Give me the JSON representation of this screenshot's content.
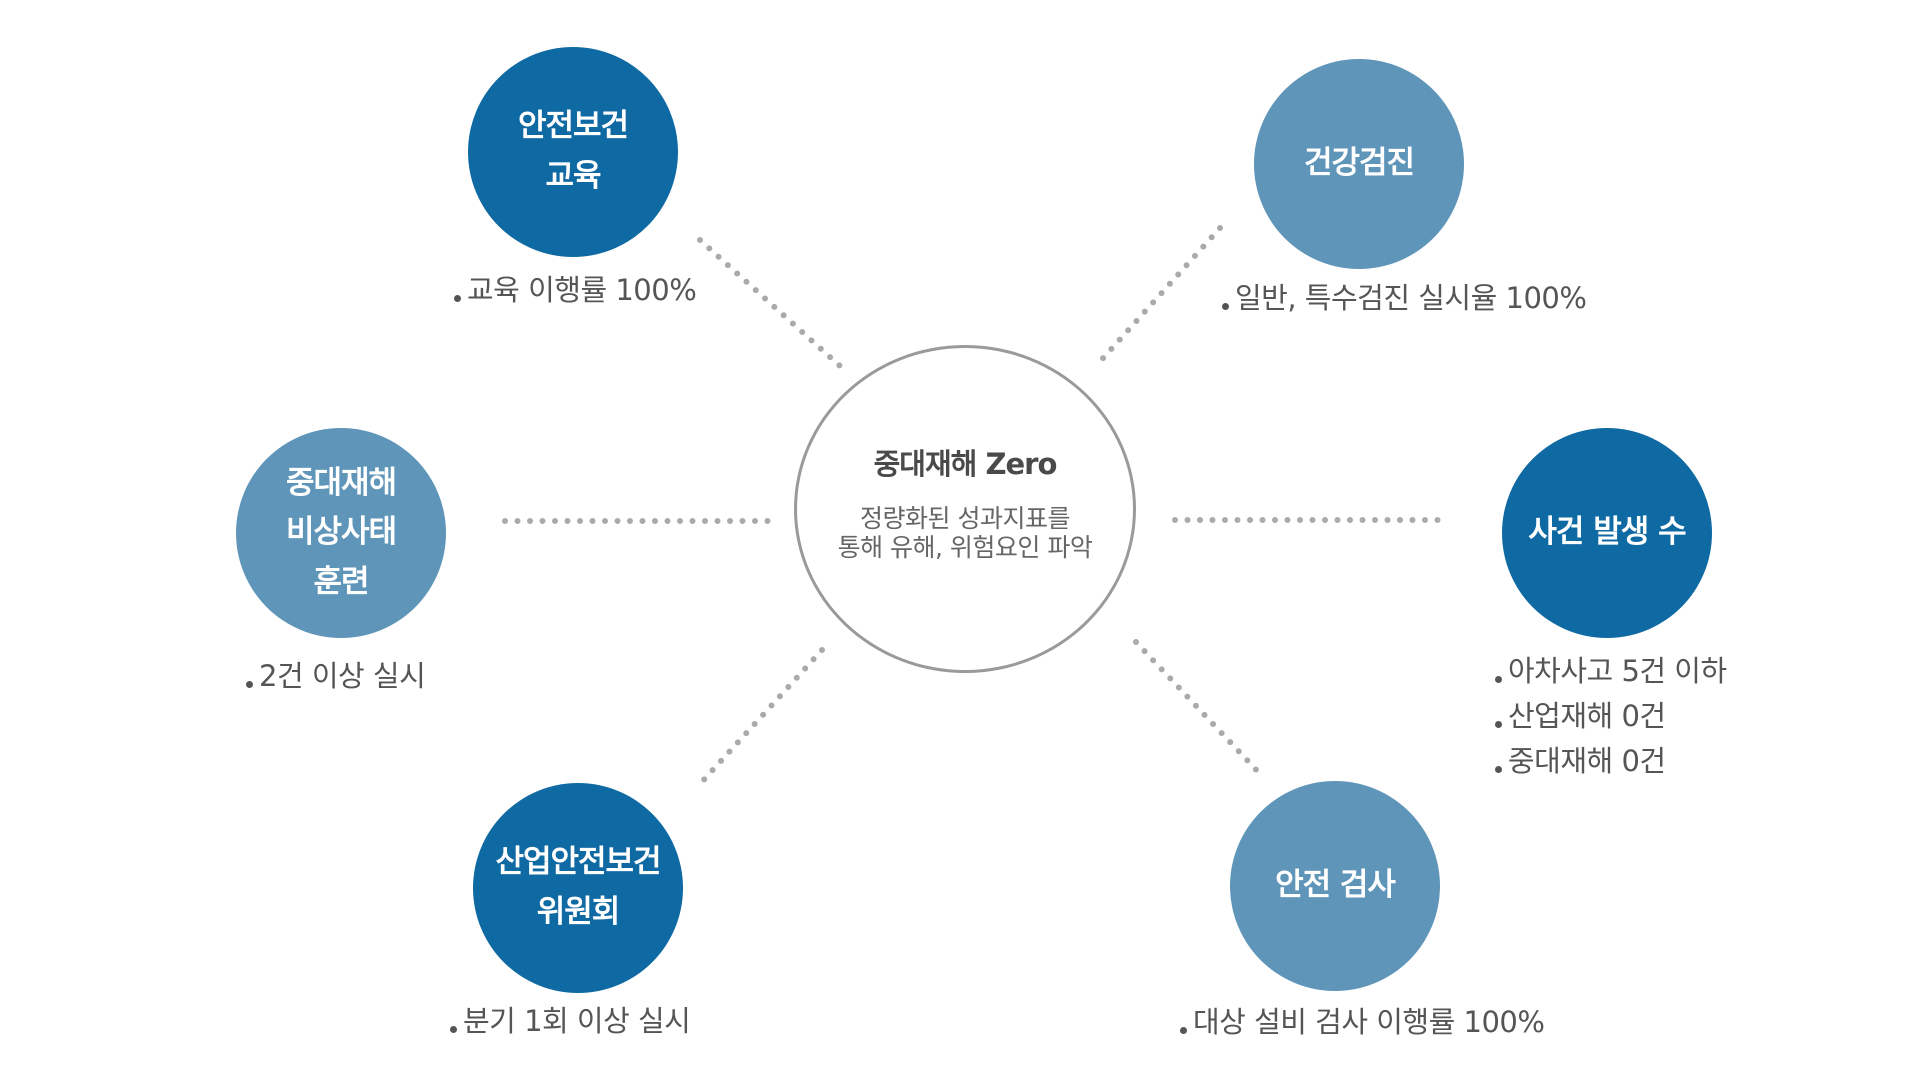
{
  "center": {
    "title": "중대재해 Zero",
    "subtitle_lines": [
      "정량화된 성과지표를",
      "통해 유해, 위험요인 파악"
    ]
  },
  "nodes": [
    {
      "id": "safety-education",
      "lines": [
        "안전보건",
        "교육"
      ],
      "tone": "dark",
      "bullets": [
        "교육 이행률 100%"
      ]
    },
    {
      "id": "health-checkup",
      "lines": [
        "건강검진"
      ],
      "tone": "light",
      "bullets": [
        "일반, 특수검진 실시율 100%"
      ]
    },
    {
      "id": "emergency-drill",
      "lines": [
        "중대재해",
        "비상사태",
        "훈련"
      ],
      "tone": "light",
      "bullets": [
        "2건 이상 실시"
      ]
    },
    {
      "id": "incident-count",
      "lines": [
        "사건 발생 수"
      ],
      "tone": "dark",
      "bullets": [
        "아차사고 5건 이하",
        "산업재해 0건",
        "중대재해 0건"
      ]
    },
    {
      "id": "safety-committee",
      "lines": [
        "산업안전보건",
        "위원회"
      ],
      "tone": "dark",
      "bullets": [
        "분기 1회 이상 실시"
      ]
    },
    {
      "id": "safety-inspection",
      "lines": [
        "안전 검사"
      ],
      "tone": "light",
      "bullets": [
        "대상 설비 검사 이행률 100%"
      ]
    }
  ],
  "colors": {
    "dark_node": "#0f69a3",
    "light_node": "#5e95b9",
    "connector": "#aaaaaa",
    "center_border": "#9a9a9a",
    "text": "#555555"
  }
}
